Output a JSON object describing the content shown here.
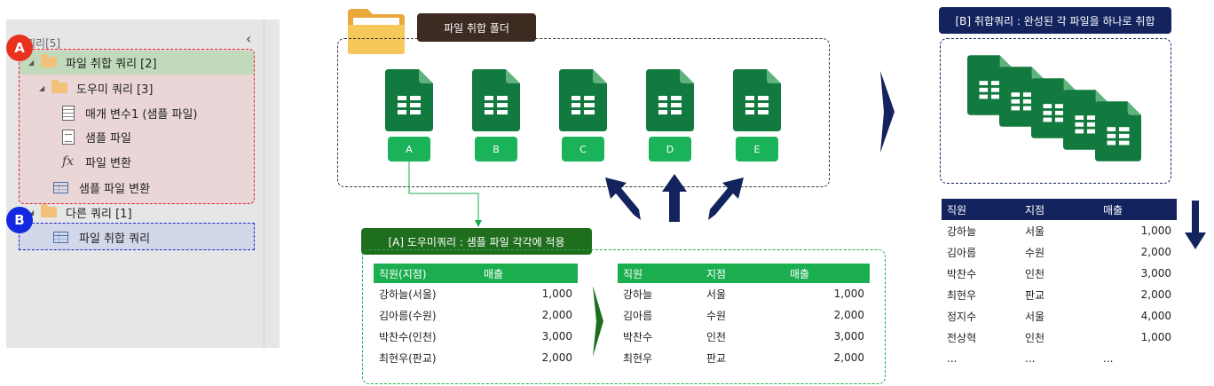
{
  "panel": {
    "title": "쿼리[5]",
    "collapse_glyph": "‹",
    "items": [
      {
        "label": "파일 취합 쿼리 [2]",
        "icon": "folder-icon"
      },
      {
        "label": "도우미 쿼리 [3]",
        "icon": "folder-icon"
      },
      {
        "label": "매개 변수1 (샘플 파일)",
        "icon": "parameter-icon"
      },
      {
        "label": "샘플 파일",
        "icon": "document-icon"
      },
      {
        "label": "파일 변환",
        "icon": "function-icon"
      },
      {
        "label": "샘플 파일 변환",
        "icon": "table-icon"
      },
      {
        "label": "다른 쿼리 [1]",
        "icon": "folder-icon"
      },
      {
        "label": "파일 취합 쿼리",
        "icon": "table-icon"
      }
    ],
    "fx_glyph": "fx",
    "tri_glyph": "◢"
  },
  "badges": {
    "a": "A",
    "b": "B"
  },
  "folder": {
    "label": "파일 취합 폴더",
    "files": [
      "A",
      "B",
      "C",
      "D",
      "E"
    ]
  },
  "helper": {
    "label": "[A] 도우미쿼리 : 샘플 파일 각각에 적용",
    "input_table": {
      "headers": [
        "직원(지점)",
        "매출"
      ],
      "rows": [
        [
          "강하늘(서울)",
          "1,000"
        ],
        [
          "김아름(수원)",
          "2,000"
        ],
        [
          "박찬수(인천)",
          "3,000"
        ],
        [
          "최현우(판교)",
          "2,000"
        ]
      ]
    },
    "output_table": {
      "headers": [
        "직원",
        "지점",
        "매출"
      ],
      "rows": [
        [
          "강하늘",
          "서울",
          "1,000"
        ],
        [
          "김아름",
          "수원",
          "2,000"
        ],
        [
          "박찬수",
          "인천",
          "3,000"
        ],
        [
          "최현우",
          "판교",
          "2,000"
        ]
      ]
    }
  },
  "combine": {
    "label": "[B] 취합쿼리 : 완성된 각 파일을 하나로 취합",
    "table": {
      "headers": [
        "직원",
        "지점",
        "매출"
      ],
      "rows": [
        [
          "강하늘",
          "서울",
          "1,000"
        ],
        [
          "김아름",
          "수원",
          "2,000"
        ],
        [
          "박찬수",
          "인천",
          "3,000"
        ],
        [
          "최현우",
          "판교",
          "2,000"
        ],
        [
          "정지수",
          "서울",
          "4,000"
        ],
        [
          "전상혁",
          "인천",
          "1,000"
        ],
        [
          "...",
          "...",
          "..."
        ]
      ]
    }
  },
  "colors": {
    "red_box": "#e0202a",
    "blue_box": "#2020d0",
    "badge_red": "#e8321e",
    "badge_blue": "#1428e0",
    "green_header": "#1aae4f",
    "navy": "#12235e",
    "sheet_green": "#127a3e"
  }
}
